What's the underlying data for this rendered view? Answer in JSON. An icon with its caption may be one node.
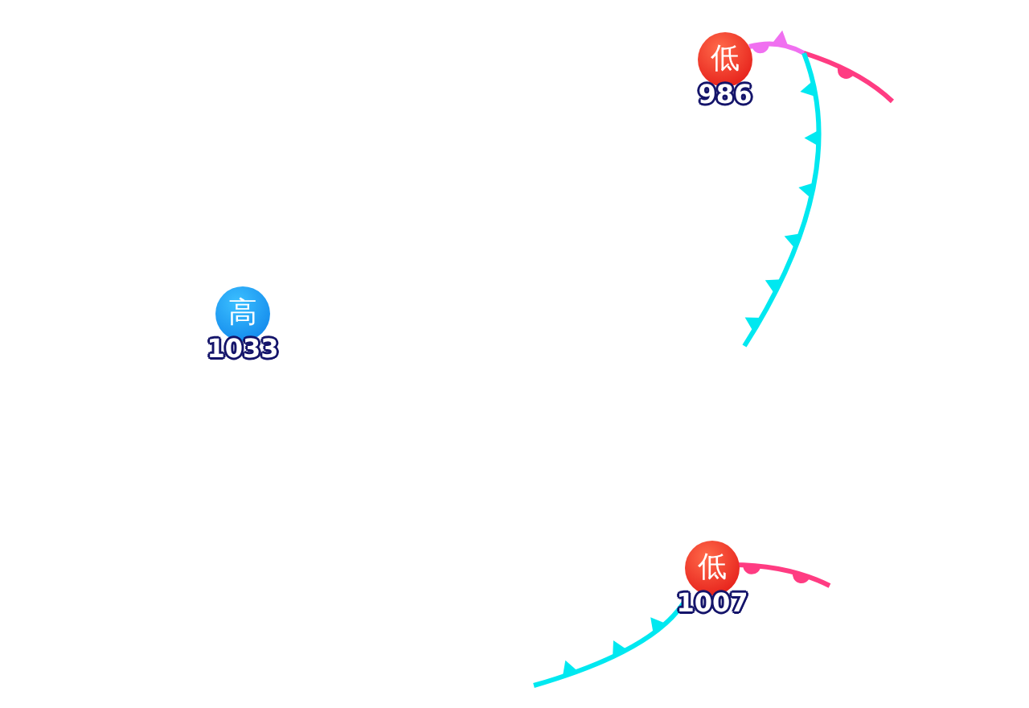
{
  "diagram": {
    "nodes": [
      {
        "text": [
          "低"
        ],
        "beside": [
          "986"
        ]
      },
      {
        "text": [
          "高"
        ],
        "beside": [
          "1033"
        ]
      },
      {
        "text": [
          "低"
        ],
        "beside": [
          "1007"
        ]
      }
    ]
  }
}
